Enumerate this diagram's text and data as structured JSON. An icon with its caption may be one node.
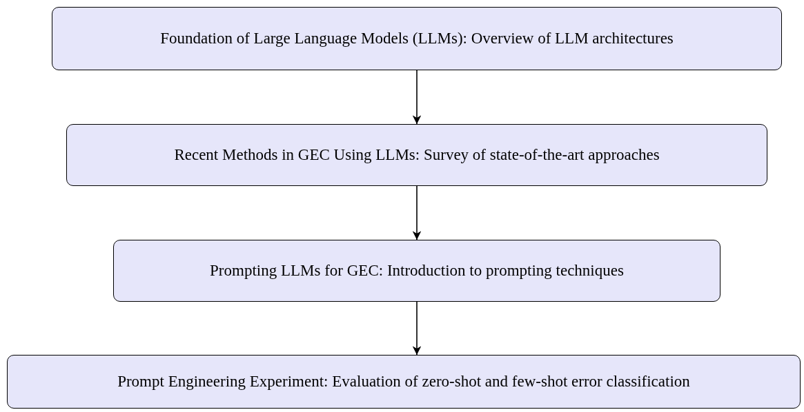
{
  "diagram": {
    "nodes": [
      {
        "text": [
          "Foundation of Large Language Models (LLMs): Overview of LLM architectures"
        ]
      },
      {
        "text": [
          "Recent Methods in GEC Using LLMs: Survey of state-of-the-art approaches"
        ]
      },
      {
        "text": [
          "Prompting LLMs for GEC: Introduction to prompting techniques"
        ]
      },
      {
        "text": [
          "Prompt Engineering Experiment: Evaluation of zero-shot and few-shot error classification"
        ]
      }
    ],
    "edges": [
      {
        "from": 0,
        "to": 1,
        "arrow": "to"
      },
      {
        "from": 1,
        "to": 2,
        "arrow": "to"
      },
      {
        "from": 2,
        "to": 3,
        "arrow": "to"
      }
    ]
  }
}
